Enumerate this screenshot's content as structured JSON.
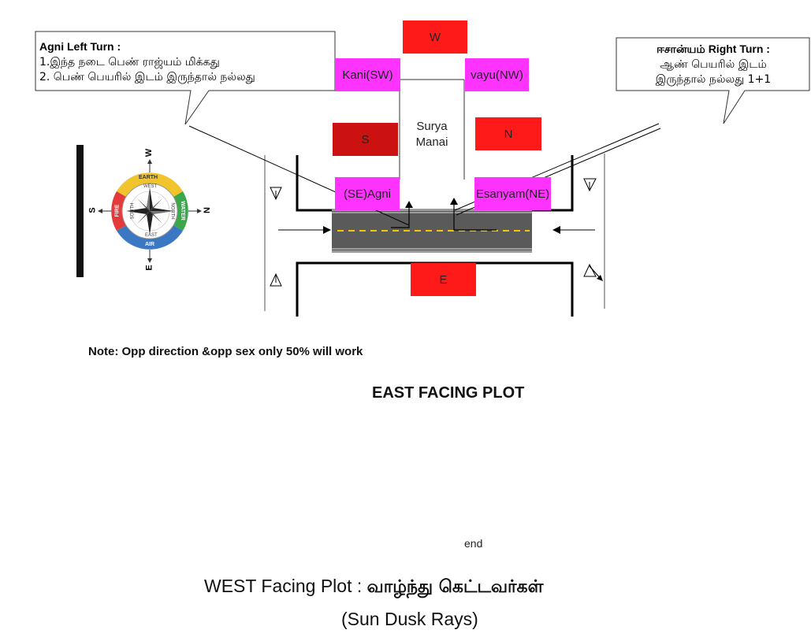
{
  "callout_left": {
    "title": "Agni Left  Turn :",
    "line1": "1.இந்த நடை பெண் ராஜ்யம் மிக்கது",
    "line2": "2. பெண் பெயரில் இடம் இருந்தால் நல்லது"
  },
  "callout_right": {
    "title": "ஈசான்யம் Right Turn  :",
    "line1": "ஆண் பெயரில் இடம்",
    "line2": "இருந்தால் நல்லது   1+1"
  },
  "boxes": {
    "w": "W",
    "kani": "Kani(SW)",
    "vayu": "vayu(NW)",
    "s": "S",
    "n": "N",
    "surya_manai": "Surya\nManai",
    "agni": "(SE)Agni",
    "esanyam": "Esanyam(NE)",
    "e": "E"
  },
  "compass": {
    "top": "W",
    "bottom": "E",
    "left": "S",
    "right": "N",
    "ring_top": "EARTH",
    "ring_right": "WATER",
    "ring_bottom": "AIR",
    "ring_left": "FIRE",
    "inner_top": "WEST",
    "inner_right": "NORTH",
    "inner_bottom": "EAST",
    "inner_left": "SOUTH",
    "colors": {
      "earth": "#f2c42c",
      "water": "#3aa84a",
      "air": "#3a78c4",
      "fire": "#e33b3b"
    }
  },
  "note": "Note: Opp direction  &opp sex only 50% will work",
  "heading": "EAST FACING PLOT",
  "end_text": "end",
  "west_heading_prefix": "WEST Facing Plot : ",
  "west_heading_tamil": "வாழ்ந்து கெட்டவர்கள்",
  "west_subheading": "(Sun Dusk Rays)"
}
